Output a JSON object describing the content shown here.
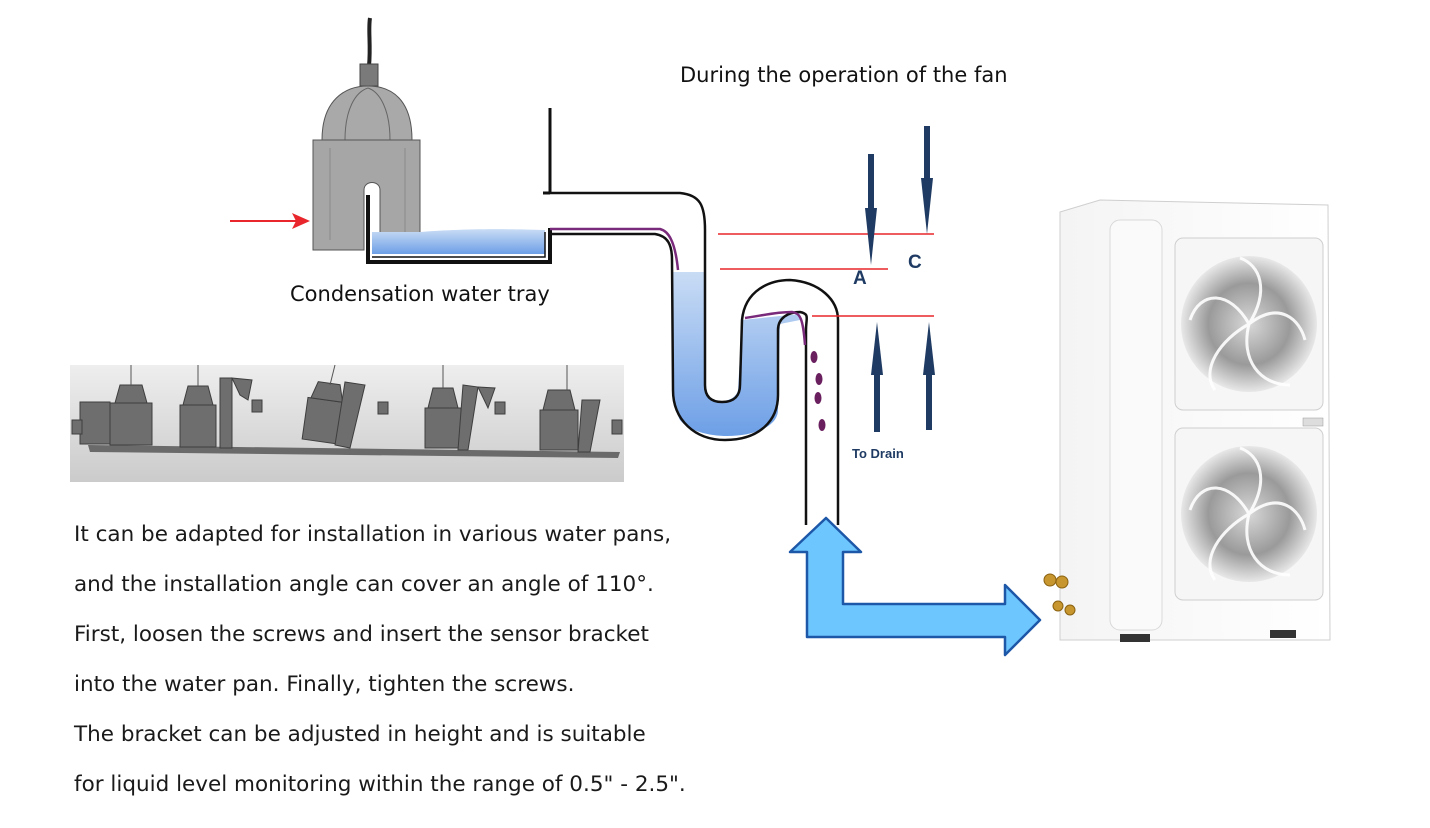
{
  "diagram": {
    "title": "During the operation of the fan",
    "tray_label": "Condensation water tray",
    "level_labels": {
      "a": "A",
      "c": "C"
    },
    "drain_label": "To Drain",
    "description_lines": [
      "It can be adapted for installation in various water pans,",
      "and the installation angle can cover an angle of 110°.",
      "First, loosen the screws and insert the sensor bracket",
      "into the water pan. Finally, tighten the screws.",
      "The bracket can be adjusted in height and is suitable",
      "for liquid level monitoring within the range of 0.5\" - 2.5\"."
    ],
    "colors": {
      "water": "#9cc3f0",
      "water_dark": "#6d9fe6",
      "level_line": "#e8262b",
      "arrow_dark": "#1f3b63",
      "flow_arrow_fill": "#6ec6ff",
      "flow_arrow_stroke": "#1d57a8",
      "sensor_gray": "#a6a6a6",
      "trace_purple": "#7a2a7a"
    }
  }
}
